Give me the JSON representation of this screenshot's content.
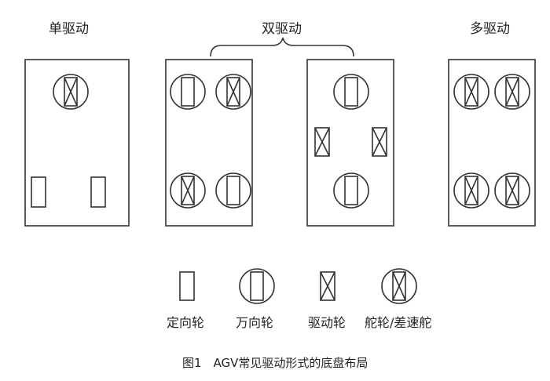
{
  "figure": {
    "caption": "图1　AGV常见驱动形式的底盘布局"
  },
  "layouts": [
    {
      "title": "单驱动"
    },
    {
      "title": "双驱动"
    },
    {
      "title": "多驱动"
    }
  ],
  "legend": [
    {
      "symbol": "fixed-wheel",
      "label": "定向轮"
    },
    {
      "symbol": "universal-wheel",
      "label": "万向轮"
    },
    {
      "symbol": "drive-wheel",
      "label": "驱动轮"
    },
    {
      "symbol": "steering-wheel",
      "label": "舵轮/差速舵"
    }
  ],
  "colors": {
    "stroke": "#333333",
    "background": "#ffffff"
  }
}
